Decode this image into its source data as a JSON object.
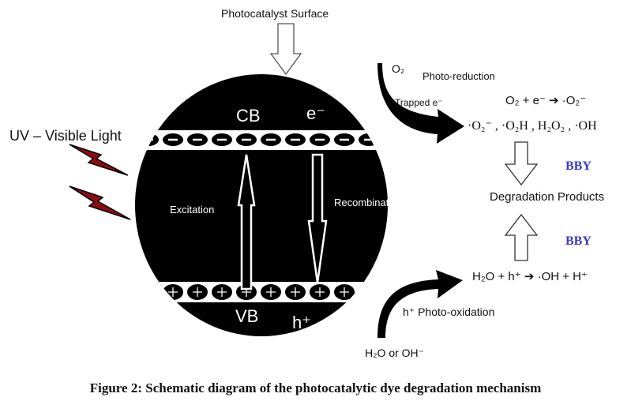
{
  "title": "Photocatalyst Surface",
  "light": "UV – Visible Light",
  "particle": {
    "cb": "CB",
    "electron": "e⁻",
    "vb": "VB",
    "hole": "h⁺",
    "excitation": "Excitation",
    "recombination": "Recombination"
  },
  "reduction": {
    "o2": "O₂",
    "label": "Photo-reduction",
    "trapped": "Trapped e⁻",
    "equation": "O₂ + e⁻ ➔ ·O₂⁻",
    "species": "·O₂⁻   , ·O₂H , H₂O₂ , ·OH"
  },
  "products": {
    "bby_top": "BBY",
    "label": "Degradation Products",
    "bby_bottom": "BBY"
  },
  "oxidation": {
    "equation": "H₂O  +  h⁺ ➔ ·OH + H⁺",
    "label": "h⁺   Photo-oxidation",
    "source": "H₂O or OH⁻"
  },
  "caption": "Figure 2: Schematic diagram of the photocatalytic dye degradation mechanism",
  "colors": {
    "bolt": "#8b0a14",
    "bby": "#3b3bc4"
  }
}
